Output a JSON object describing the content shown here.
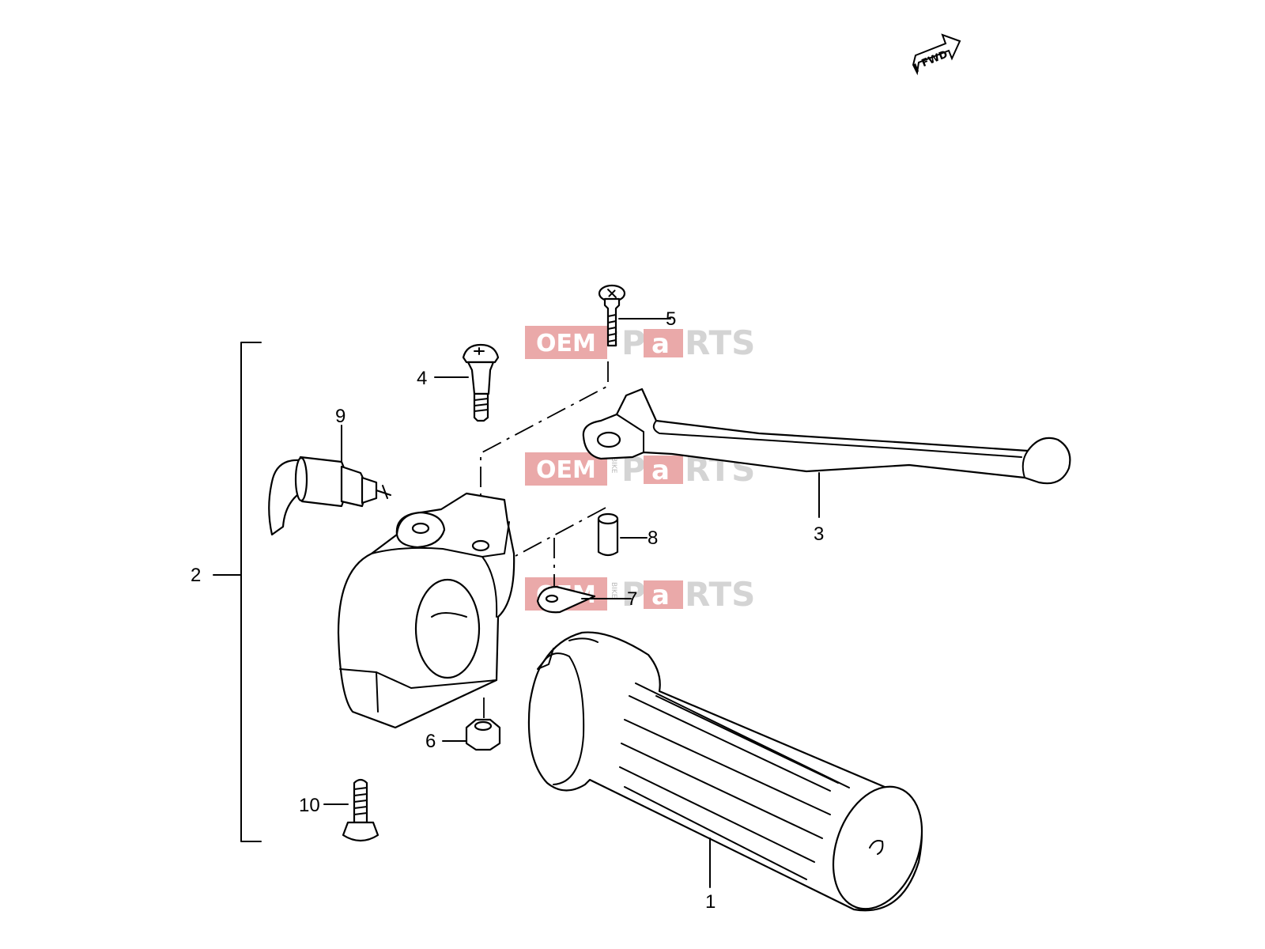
{
  "fwd_arrow": {
    "label": "FWD"
  },
  "watermark": {
    "oem": "OEM",
    "bike": "BIKE",
    "p": "P",
    "a": "a",
    "rts": "RTS",
    "color_red": "#e8a0a0",
    "color_gray": "#d0d0d0"
  },
  "callouts": {
    "c1": "1",
    "c2": "2",
    "c3": "3",
    "c4": "4",
    "c5": "5",
    "c6": "6",
    "c7": "7",
    "c8": "8",
    "c9": "9",
    "c10": "10"
  }
}
